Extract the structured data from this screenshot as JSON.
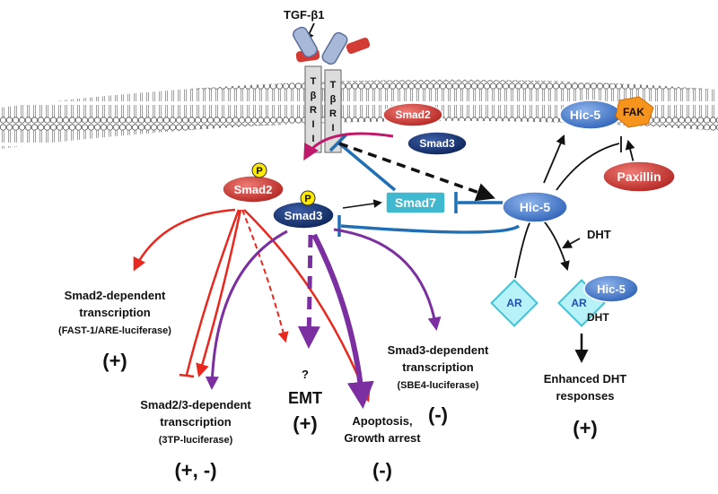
{
  "ligand": {
    "label": "TGF-β1"
  },
  "receptors": {
    "type2_letters": [
      "T",
      "β",
      "R",
      "I",
      "I"
    ],
    "type1_letters": [
      "T",
      "β",
      "R",
      "I"
    ]
  },
  "proteins": {
    "smad2_top": "Smad2",
    "smad3_top": "Smad3",
    "smad2_p": "Smad2",
    "smad3_p": "Smad3",
    "smad7": "Smad7",
    "hic5_main": "Hic-5",
    "hic5_top": "Hic-5",
    "fak": "FAK",
    "paxillin": "Paxillin",
    "ar_left": "AR",
    "ar_right": "AR",
    "hic5_ar": "Hic-5",
    "dht_bound": "DHT",
    "phospho": "P"
  },
  "dht_label": "DHT",
  "outcomes": {
    "smad2_dep": {
      "lines": [
        "Smad2-dependent",
        "transcription"
      ],
      "assay": "(FAST-1/ARE-luciferase)",
      "sign": "(+)"
    },
    "smad23_dep": {
      "lines": [
        "Smad2/3-dependent",
        "transcription"
      ],
      "assay": "(3TP-luciferase)",
      "sign": "(+, -)"
    },
    "emt": {
      "q": "?",
      "label": "EMT",
      "sign": "(+)"
    },
    "apoptosis": {
      "lines": [
        "Apoptosis,",
        "Growth arrest"
      ],
      "sign": "(-)"
    },
    "smad3_dep": {
      "lines": [
        "Smad3-dependent",
        "transcription"
      ],
      "assay": "(SBE4-luciferase)",
      "sign": "(-)"
    },
    "dht_resp": {
      "lines": [
        "Enhanced DHT",
        "responses"
      ],
      "sign": "(+)"
    }
  },
  "colors": {
    "red": "#e8281e",
    "purple": "#7b2fa0",
    "blue_inhibit": "#1f6fb5",
    "smad2": "#c8302c",
    "smad3": "#12306e",
    "hic5": "#3a72c8",
    "smad7": "#3fb8d0",
    "fak": "#f7941d",
    "ar": "#7fe3ef",
    "receptor": "#8aa0c8"
  }
}
